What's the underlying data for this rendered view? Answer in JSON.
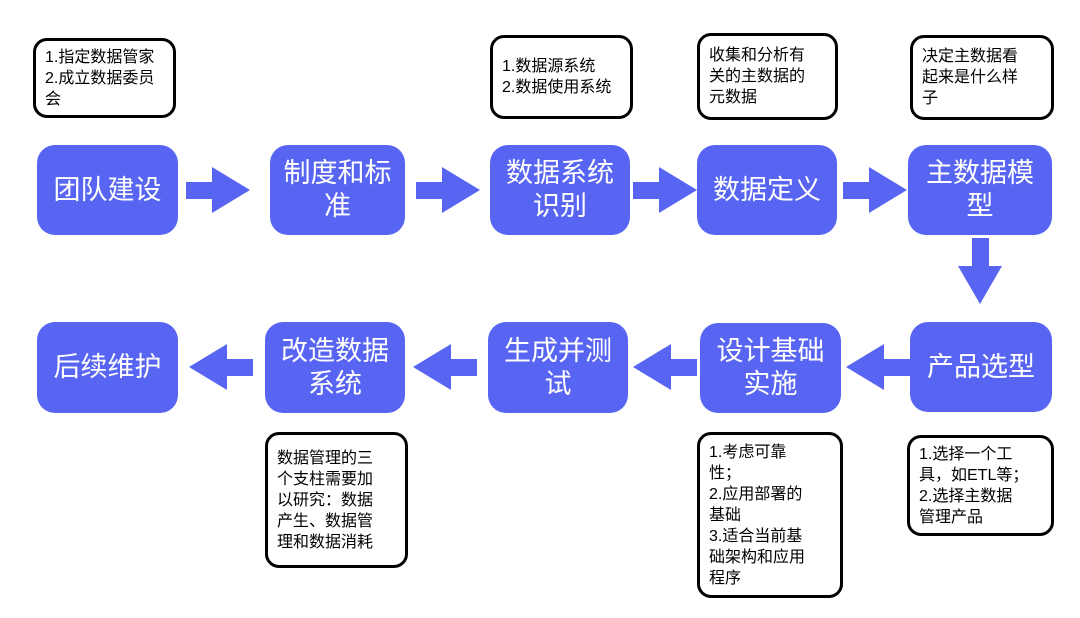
{
  "diagram": {
    "type": "flowchart",
    "background_color": "#ffffff",
    "node_fill_color": "#5865F2",
    "node_text_color": "#ffffff",
    "callout_bg_color": "#ffffff",
    "callout_border_color": "#000000",
    "nodes": [
      {
        "label": "团队建设"
      },
      {
        "label": "制度和标准"
      },
      {
        "label": "数据系统识别"
      },
      {
        "label": "数据定义"
      },
      {
        "label": "主数据模型"
      },
      {
        "label": "产品选型"
      },
      {
        "label": "设计基础实施"
      },
      {
        "label": "生成并测试"
      },
      {
        "label": "改造数据系统"
      },
      {
        "label": "后续维护"
      }
    ],
    "flow": [
      "团队建设 → 制度和标准 → 数据系统识别 → 数据定义 → 主数据模型 ↓ 产品选型 → 设计基础实施 → 生成并测试 → 改造数据系统 → 后续维护"
    ],
    "callouts": [
      {
        "for": "团队建设",
        "text": "1.指定数据管家\n2.成立数据委员\n会"
      },
      {
        "for": "数据系统识别",
        "text": "1.数据源系统\n2.数据使用系统"
      },
      {
        "for": "数据定义",
        "text": "收集和分析有\n关的主数据的\n元数据"
      },
      {
        "for": "主数据模型",
        "text": "决定主数据看\n起来是什么样\n子"
      },
      {
        "for": "产品选型",
        "text": "1.选择一个工\n具，如ETL等；\n2.选择主数据\n管理产品"
      },
      {
        "for": "设计基础实施",
        "text": "1.考虑可靠\n性；\n2.应用部署的\n基础\n3.适合当前基\n础架构和应用\n程序"
      },
      {
        "for": "改造数据系统",
        "text": "数据管理的三\n个支柱需要加\n以研究：数据\n产生、数据管\n理和数据消耗"
      }
    ]
  }
}
